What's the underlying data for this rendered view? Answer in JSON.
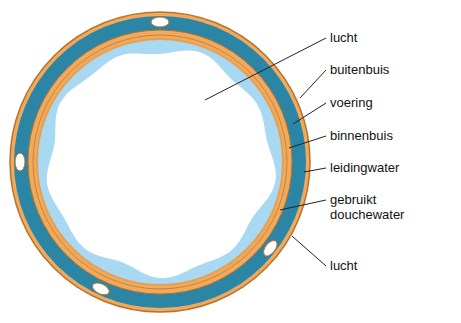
{
  "diagram": {
    "labels": [
      "lucht",
      "buitenbuis",
      "voering",
      "binnenbuis",
      "leidingwater",
      "gebruikt douchewater",
      "lucht"
    ]
  }
}
